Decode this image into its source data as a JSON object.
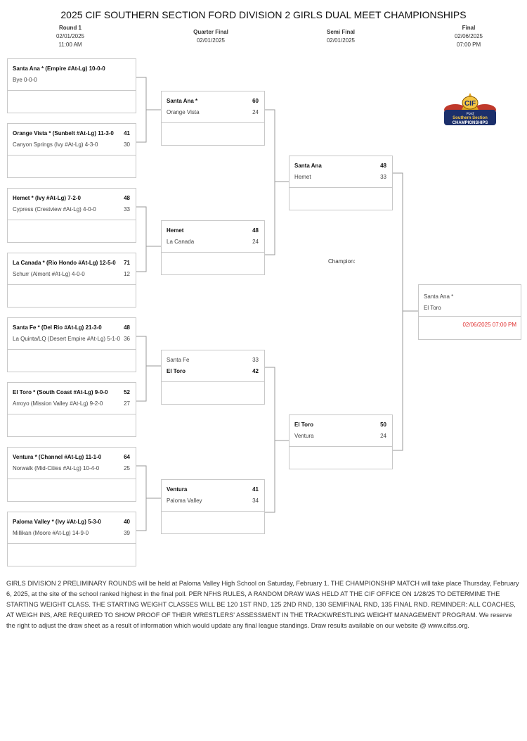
{
  "title": "2025 CIF SOUTHERN SECTION FORD DIVISION 2 GIRLS DUAL MEET CHAMPIONSHIPS",
  "rounds": [
    {
      "name": "Round 1",
      "date": "02/01/2025",
      "time": "11:00 AM"
    },
    {
      "name": "Quarter Final",
      "date": "02/01/2025",
      "time": ""
    },
    {
      "name": "Semi Final",
      "date": "02/01/2025",
      "time": ""
    },
    {
      "name": "Final",
      "date": "02/06/2025",
      "time": "07:00 PM"
    }
  ],
  "round1": [
    {
      "team1": "Santa Ana * (Empire #At-Lg) 10-0-0",
      "score1": "",
      "team2": "Bye 0-0-0",
      "score2": ""
    },
    {
      "team1": "Orange Vista * (Sunbelt #At-Lg) 11-3-0",
      "score1": "41",
      "team2": "Canyon Springs (Ivy #At-Lg) 4-3-0",
      "score2": "30"
    },
    {
      "team1": "Hemet * (Ivy #At-Lg) 7-2-0",
      "score1": "48",
      "team2": "Cypress (Crestview #At-Lg) 4-0-0",
      "score2": "33"
    },
    {
      "team1": "La Canada * (Rio Hondo #At-Lg) 12-5-0",
      "score1": "71",
      "team2": "Schurr (Almont #At-Lg) 4-0-0",
      "score2": "12"
    },
    {
      "team1": "Santa Fe * (Del Rio #At-Lg) 21-3-0",
      "score1": "48",
      "team2": "La Quinta/LQ (Desert Empire #At-Lg) 5-1-0",
      "score2": "36"
    },
    {
      "team1": "El Toro * (South Coast #At-Lg) 9-0-0",
      "score1": "52",
      "team2": "Arroyo (Mission Valley #At-Lg) 9-2-0",
      "score2": "27"
    },
    {
      "team1": "Ventura * (Channel #At-Lg) 11-1-0",
      "score1": "64",
      "team2": "Norwalk (Mid-Cities #At-Lg) 10-4-0",
      "score2": "25"
    },
    {
      "team1": "Paloma Valley * (Ivy #At-Lg) 5-3-0",
      "score1": "40",
      "team2": "Millikan (Moore #At-Lg) 14-9-0",
      "score2": "39"
    }
  ],
  "quarterfinal": [
    {
      "team1": "Santa Ana *",
      "score1": "60",
      "team2": "Orange Vista",
      "score2": "24",
      "winner": 1
    },
    {
      "team1": "Hemet",
      "score1": "48",
      "team2": "La Canada",
      "score2": "24",
      "winner": 1
    },
    {
      "team1": "Santa Fe",
      "score1": "33",
      "team2": "El Toro",
      "score2": "42",
      "winner": 2
    },
    {
      "team1": "Ventura",
      "score1": "41",
      "team2": "Paloma Valley",
      "score2": "34",
      "winner": 1
    }
  ],
  "semifinal": [
    {
      "team1": "Santa Ana",
      "score1": "48",
      "team2": "Hemet",
      "score2": "33",
      "winner": 1
    },
    {
      "team1": "El Toro",
      "score1": "50",
      "team2": "Ventura",
      "score2": "24",
      "winner": 1
    }
  ],
  "final": {
    "team1": "Santa Ana *",
    "team2": "El Toro",
    "datetime": "02/06/2025 07:00 PM"
  },
  "champion_label": "Champion:",
  "logo": {
    "line1": "CIF",
    "line2": "Southern Section",
    "line3": "CHAMPIONSHIPS",
    "brand": "Ford"
  },
  "notes": "GIRLS DIVISION 2 PRELIMINARY ROUNDS will be held at Paloma Valley High School on Saturday, February 1. THE CHAMPIONSHIP MATCH will take place Thursday, February 6, 2025, at the site of the school ranked highest in the final poll. PER NFHS RULES, A RANDOM DRAW WAS HELD AT THE CIF OFFICE ON 1/28/25 TO DETERMINE THE STARTING WEIGHT CLASS. THE STARTING WEIGHT CLASSES WILL BE 120 1ST RND, 125 2ND RND, 130 SEMIFINAL RND, 135 FINAL RND. REMINDER: ALL COACHES, AT WEIGH INS, ARE REQUIRED TO SHOW PROOF OF THEIR WRESTLERS' ASSESSMENT IN THE TRACKWRESTLING WEIGHT MANAGEMENT PROGRAM. We reserve the right to adjust the draw sheet as a result of information which would update any final league standings. Draw results available on our website @ www.cifss.org.",
  "colors": {
    "border": "#c8c8c8",
    "line": "#9a9a9a",
    "accent_red": "#e03030"
  }
}
